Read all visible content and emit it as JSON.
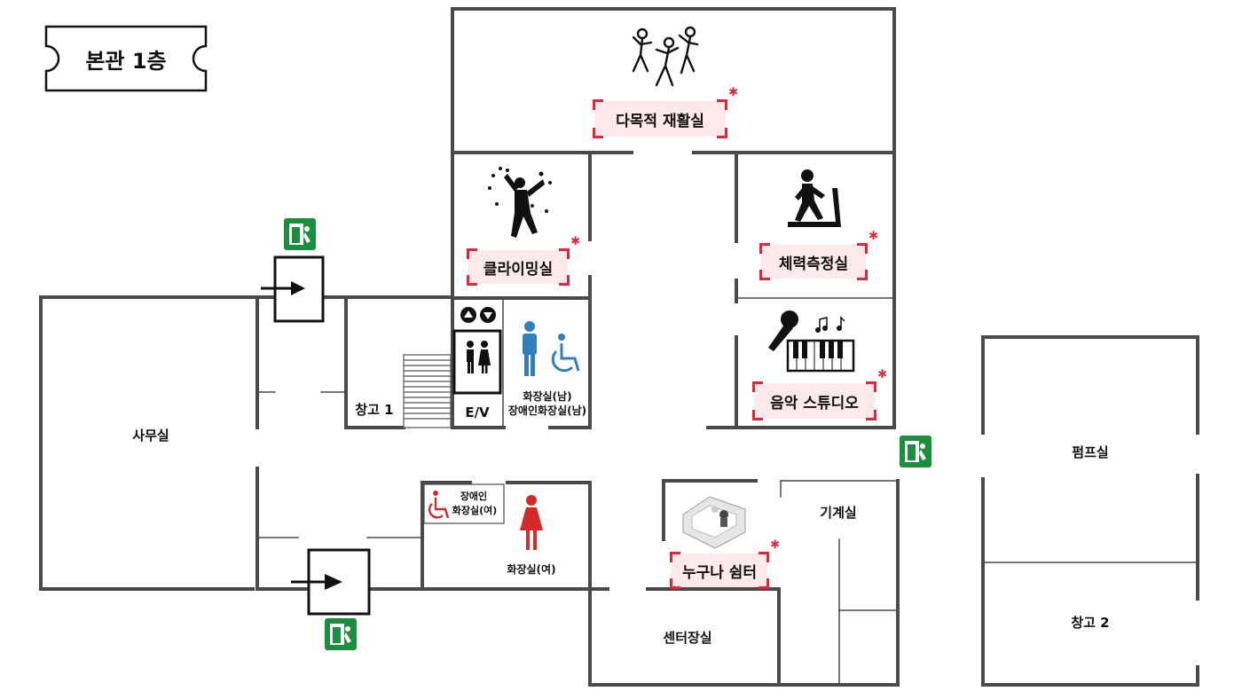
{
  "floor_title": "본관 1층",
  "rooms": {
    "office": "사무실",
    "storage1": "창고 1",
    "ev": "E/V",
    "restroom_men": "화장실(남)",
    "restroom_men_accessible": "장애인화장실(남)",
    "accessible_women_line1": "장애인",
    "accessible_women_line2": "화장실(여)",
    "restroom_women": "화장실(여)",
    "machine_room": "기계실",
    "center_office": "센터장실",
    "pump_room": "펌프실",
    "storage2": "창고 2"
  },
  "featured_rooms": {
    "multipurpose_rehab": "다목적 재활실",
    "climbing": "클라이밍실",
    "fitness_measure": "체력측정실",
    "music_studio": "음악 스튜디오",
    "shelter": "누구나 쉼터"
  },
  "colors": {
    "wall": "#4a4a4a",
    "tag_bg": "#fde9ea",
    "tag_corner": "#e0283a",
    "exit_green": "#1a8f3c",
    "men_blue": "#2f7fc1",
    "women_red": "#d42a2a"
  },
  "icons": [
    "exit-sign-icon",
    "dancers-icon",
    "climber-icon",
    "treadmill-icon",
    "microphone-icon",
    "piano-icon",
    "music-notes-icon",
    "elevator-icon",
    "men-icon",
    "wheelchair-icon",
    "women-icon",
    "lounge-icon",
    "arrow-icon",
    "stairs-icon"
  ]
}
